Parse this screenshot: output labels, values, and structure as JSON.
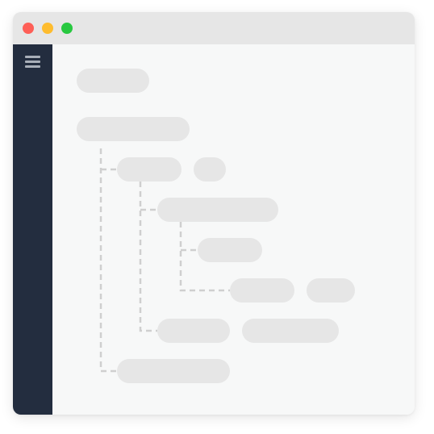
{
  "window": {
    "controls": [
      {
        "name": "close",
        "color": "#fe5f57"
      },
      {
        "name": "minimize",
        "color": "#febc2e"
      },
      {
        "name": "zoom",
        "color": "#28c840"
      }
    ]
  },
  "colors": {
    "titlebar": "#e6e6e6",
    "sidebar": "#232d3f",
    "content_background": "#f7f8f8",
    "placeholder": "#e6e6e6",
    "connector": "#cfcfcf"
  },
  "sidebar": {
    "menu_icon": "hamburger-menu-icon"
  },
  "content": {
    "header_placeholder": "",
    "tree": {
      "root": {
        "label": "",
        "children": [
          {
            "label": "",
            "badge": "",
            "children": [
              {
                "label": "",
                "children": [
                  {
                    "label": ""
                  },
                  {
                    "label": "",
                    "badge": ""
                  }
                ]
              },
              {
                "label": "",
                "detail": ""
              }
            ]
          },
          {
            "label": ""
          }
        ]
      }
    }
  }
}
